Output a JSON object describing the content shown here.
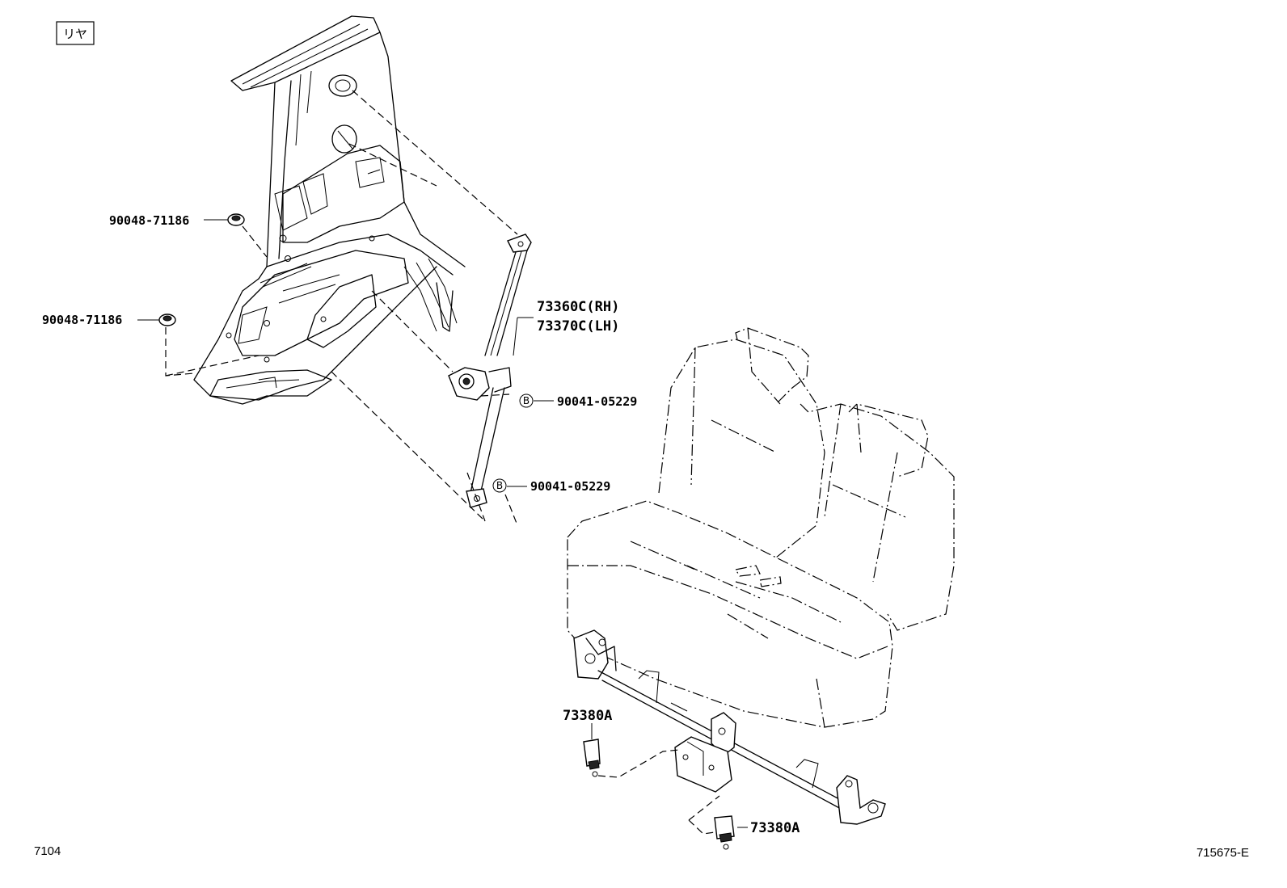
{
  "header": {
    "section_tag": "リヤ"
  },
  "callouts": {
    "clip_upper": "90048-71186",
    "clip_lower": "90048-71186",
    "belt_rh": "73360C(RH)",
    "belt_lh": "73370C(LH)",
    "bolt_upper_marker": "B",
    "bolt_upper": "90041-05229",
    "bolt_lower_marker": "B",
    "bolt_lower": "90041-05229",
    "buckle_left": "73380A",
    "buckle_right": "73380A"
  },
  "footer": {
    "left_code": "7104",
    "right_code": "715675-E"
  }
}
